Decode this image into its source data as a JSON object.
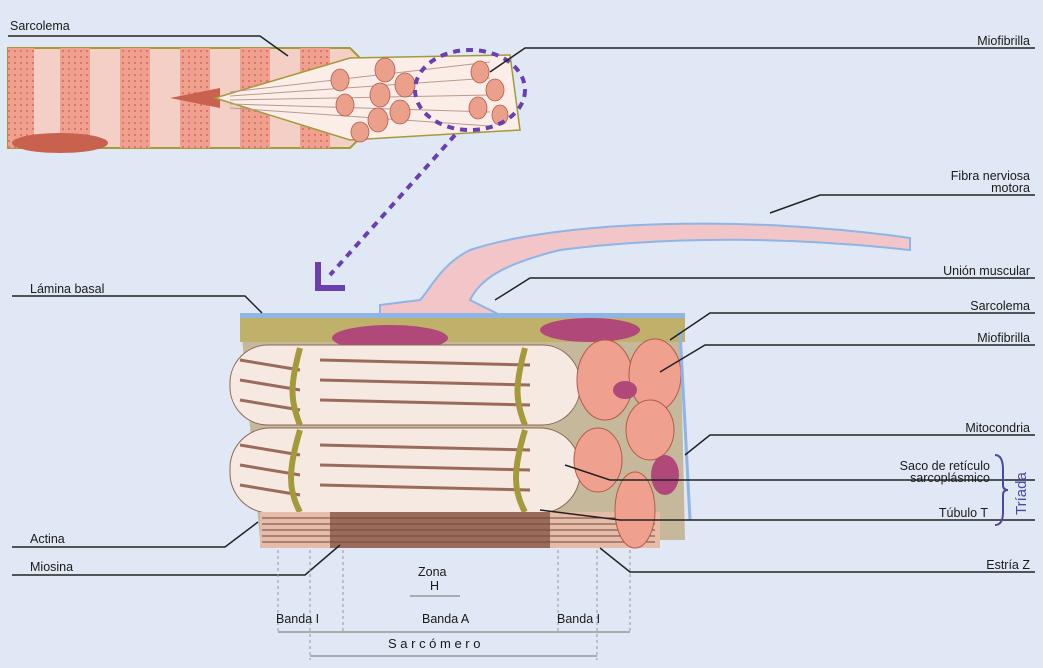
{
  "labels": {
    "sarcolema_top": "Sarcolema",
    "miofibrilla_top": "Miofibrilla",
    "fibra_nerviosa_1": "Fibra nerviosa",
    "fibra_nerviosa_2": "motora",
    "union_muscular": "Unión muscular",
    "lamina_basal": "Lámina basal",
    "sarcolema": "Sarcolema",
    "miofibrilla": "Miofibrilla",
    "mitocondria": "Mitocondria",
    "saco_1": "Saco de retículo",
    "saco_2": "sarcoplásmico",
    "tubulo_t": "Túbulo T",
    "triada": "Tríada",
    "actina": "Actina",
    "miosina": "Miosina",
    "zona_1": "Zona",
    "zona_2": "H",
    "estria_z": "Estría Z",
    "banda_i_left": "Banda I",
    "banda_a": "Banda A",
    "banda_i_right": "Banda I",
    "sarcomero": "S a r c ó m e r o"
  },
  "colors": {
    "background": "#dfe8f4",
    "fiber_pink": "#e89a8c",
    "fiber_light": "#f6d8cf",
    "sarcolemma_olive": "#a49a3c",
    "arrow_purple": "#6b3fb0",
    "nerve_blue": "#8fb4e6",
    "myosin_brown": "#9a6b5a",
    "mito_magenta": "#b0487a"
  }
}
